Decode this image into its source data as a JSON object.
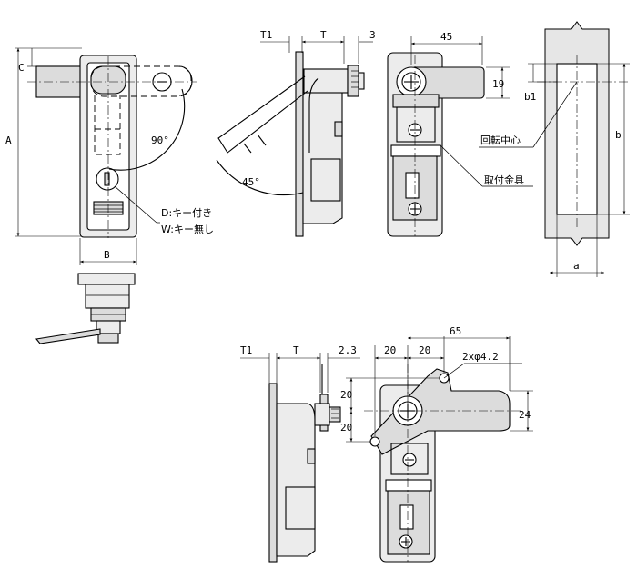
{
  "top_view": {
    "dim_T1": "T1",
    "dim_T": "T",
    "dim_3": "3",
    "dim_45": "45",
    "dim_19": "19",
    "dim_A": "A",
    "dim_B": "B",
    "dim_C": "C",
    "angle_90": "90°",
    "angle_45": "45°"
  },
  "callouts": {
    "key_type_D": "D:キー付き",
    "key_type_W": "W:キー無し",
    "rotation_center": "回転中心",
    "mounting_bracket": "取付金具"
  },
  "panel_cutout": {
    "dim_b1": "b1",
    "dim_b": "b",
    "dim_a": "a"
  },
  "bottom_view": {
    "dim_T1": "T1",
    "dim_T": "T",
    "dim_2_3": "2.3",
    "dim_20_left": "20",
    "dim_20_right": "20",
    "dim_65": "65",
    "hole_spec": "2xφ4.2",
    "dim_24": "24",
    "dim_20_v_top": "20",
    "dim_20_v_bottom": "20"
  }
}
